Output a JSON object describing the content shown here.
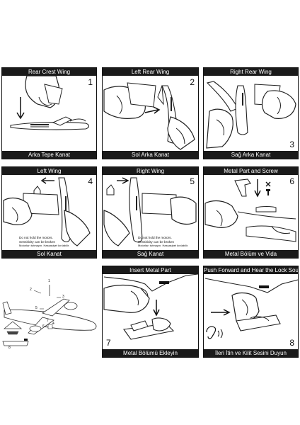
{
  "panels": [
    {
      "top_label": "Rear Crest Wing",
      "bottom_label": "Arka Tepe Kanat",
      "step": "1"
    },
    {
      "top_label": "Left Rear Wing",
      "bottom_label": "Sol Arka Kanat",
      "step": "2"
    },
    {
      "top_label": "Right Rear Wing",
      "bottom_label": "Sağ Arka Kanat",
      "step": "3"
    },
    {
      "top_label": "Left Wing",
      "bottom_label": "Sol Kanat",
      "step": "4"
    },
    {
      "top_label": "Right Wing",
      "bottom_label": "Sağ Kanat",
      "step": "5"
    },
    {
      "top_label": "Metal Part and Screw",
      "bottom_label": "Metal Bölüm ve Vida",
      "step": "6"
    },
    {
      "top_label": "Insert Metal Part",
      "bottom_label": "Metal Bölümü Ekleyin",
      "step": "7"
    },
    {
      "top_label": "Push Forward and Hear the Lock Sound",
      "bottom_label": "İleri İtin ve Kilit Sesini Duyun",
      "step": "8"
    }
  ],
  "warning": {
    "line1": "Do not hold the motors.",
    "line2": "Sensitivity can be broken",
    "line3": "Motorları tutmayın. Hassasiyet kırılabilir."
  },
  "overview": {
    "part_numbers": [
      "1",
      "2",
      "3",
      "4",
      "5",
      "6",
      "7",
      "8"
    ]
  }
}
